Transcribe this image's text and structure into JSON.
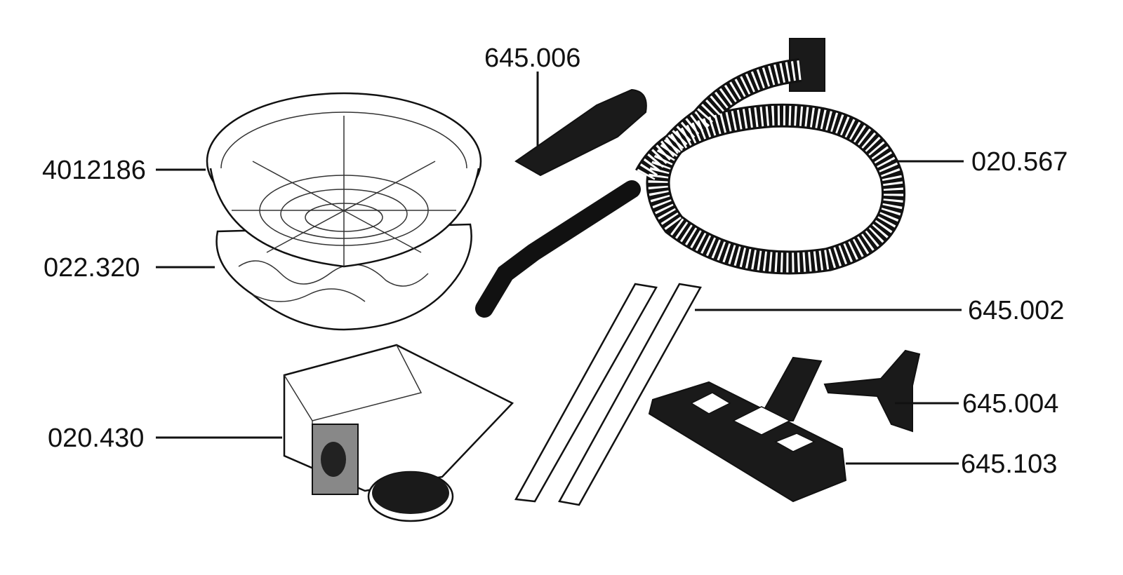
{
  "diagram": {
    "parts": [
      {
        "id": "basket-filter",
        "label": "4012186"
      },
      {
        "id": "cloth-filter",
        "label": "022.320"
      },
      {
        "id": "paper-filter-bag",
        "label": "020.430"
      },
      {
        "id": "crevice-tool",
        "label": "645.006"
      },
      {
        "id": "suction-hose",
        "label": "020.567"
      },
      {
        "id": "extension-tubes",
        "label": "645.002"
      },
      {
        "id": "upholstery-nozzle",
        "label": "645.004"
      },
      {
        "id": "floor-nozzle",
        "label": "645.103"
      }
    ]
  }
}
